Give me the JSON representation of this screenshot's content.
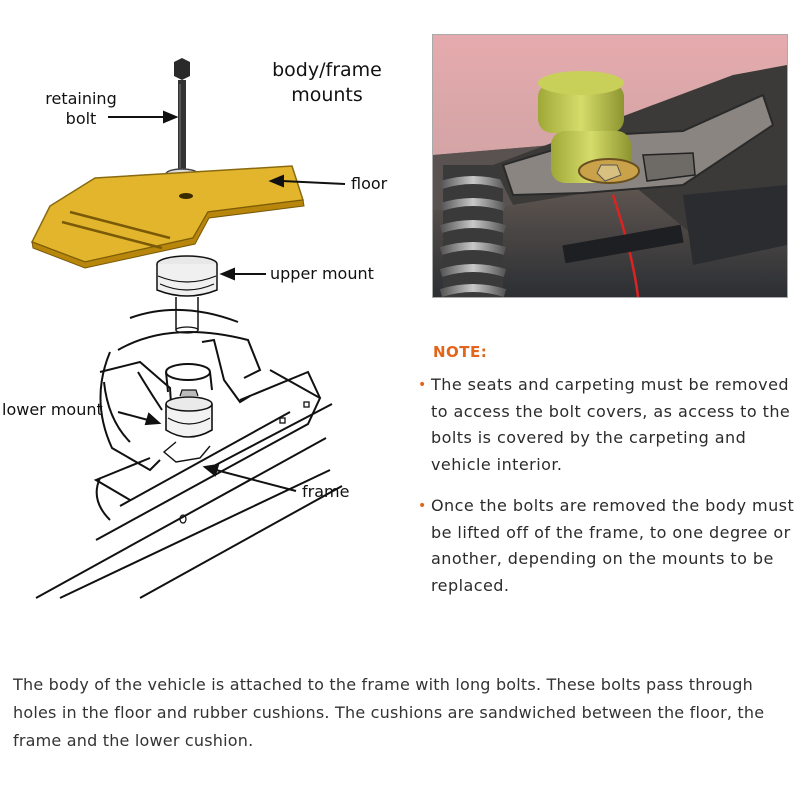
{
  "diagram": {
    "title": "body/frame\nmounts",
    "labels": {
      "retaining_bolt": "retaining\nbolt",
      "floor": "floor",
      "upper_mount": "upper mount",
      "lower_mount": "lower mount",
      "frame": "frame"
    }
  },
  "colors": {
    "floor": "#e2b52c",
    "floor_edge": "#b8860b",
    "accent": "#e2651b",
    "bushing": "#c9d24a"
  },
  "note": {
    "heading": "NOTE:",
    "items": [
      "The seats and carpeting must be removed to access the bolt covers, as access to the bolts is covered by the carpeting and vehicle interior.",
      "Once the bolts are removed the body must be lifted off of the frame, to one degree or another, depending on the mounts to be replaced."
    ]
  },
  "footer": "The body of the vehicle is attached to the frame with long bolts. These bolts pass through holes in the floor and rubber cushions. The cushions are sandwiched between the floor, the frame and the lower cushion."
}
